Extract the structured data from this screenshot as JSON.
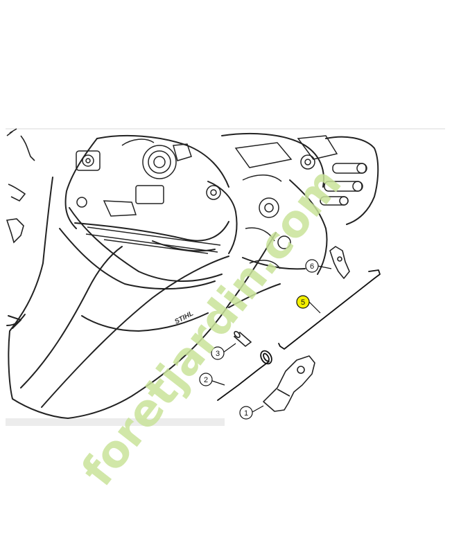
{
  "callouts": [
    {
      "num": "1",
      "part": "trigger-lever"
    },
    {
      "num": "2",
      "part": "torsion-spring"
    },
    {
      "num": "3",
      "part": "pin"
    },
    {
      "num": "5",
      "part": "throttle-rod",
      "highlight": "#f4f000"
    },
    {
      "num": "6",
      "part": "interlock-lever"
    }
  ],
  "brand_mark": "STIHL",
  "watermark": {
    "text": "foretjardin.com",
    "colors": {
      "foret": "#c9e39a",
      "accent": "#f6c28f",
      "jardin": "#c9e39a",
      "com": "#b8ab98"
    }
  }
}
